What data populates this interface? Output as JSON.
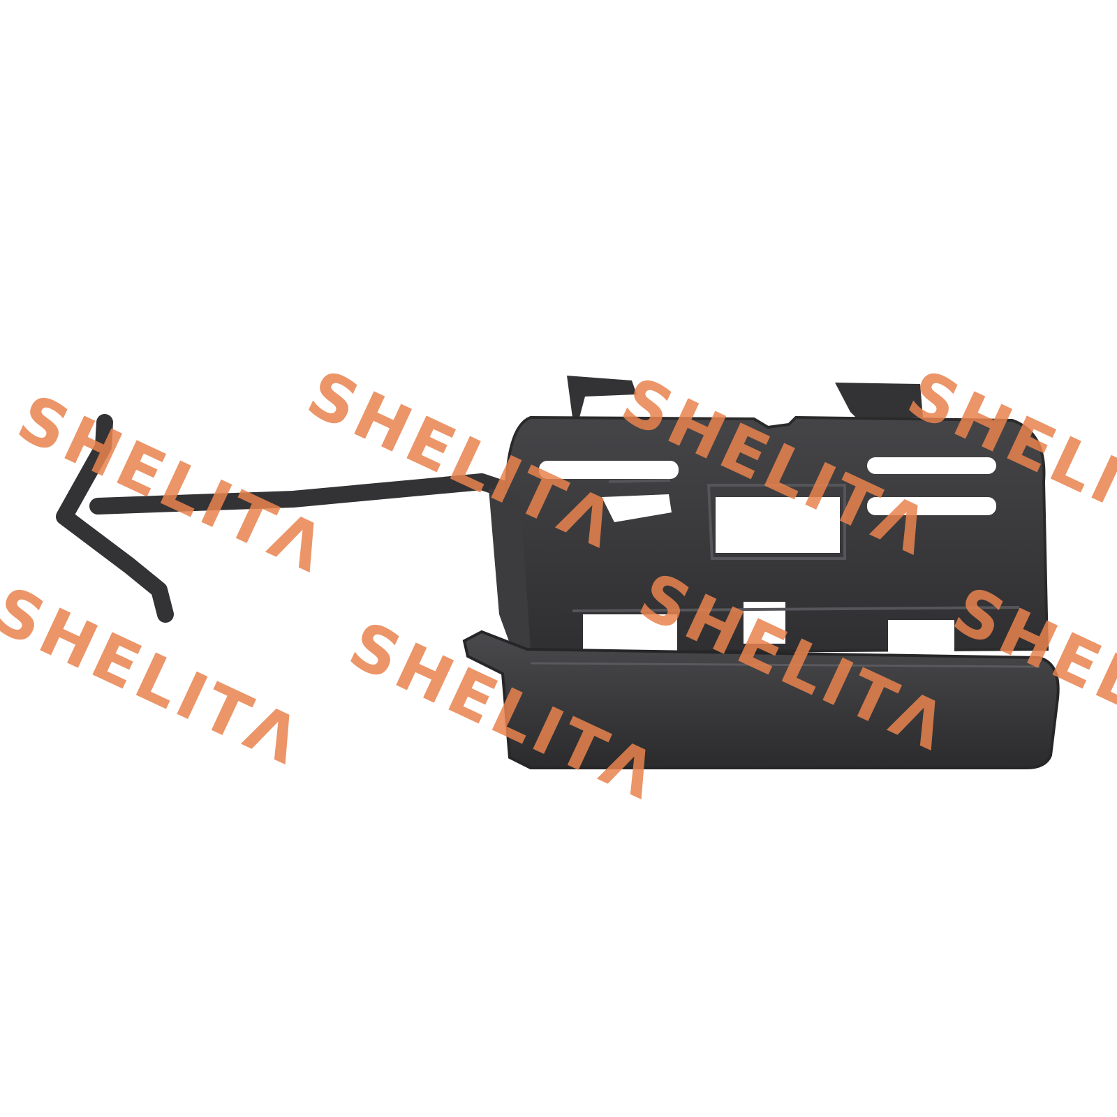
{
  "product": {
    "name_icon": "automotive-trim-clip",
    "body_color": "#3a3a3c",
    "edge_color": "#2a2a2b",
    "highlight_color": "#56565a"
  },
  "watermark": {
    "text": "SHELITΛ",
    "color": "#e8834e",
    "repeats": 8
  }
}
